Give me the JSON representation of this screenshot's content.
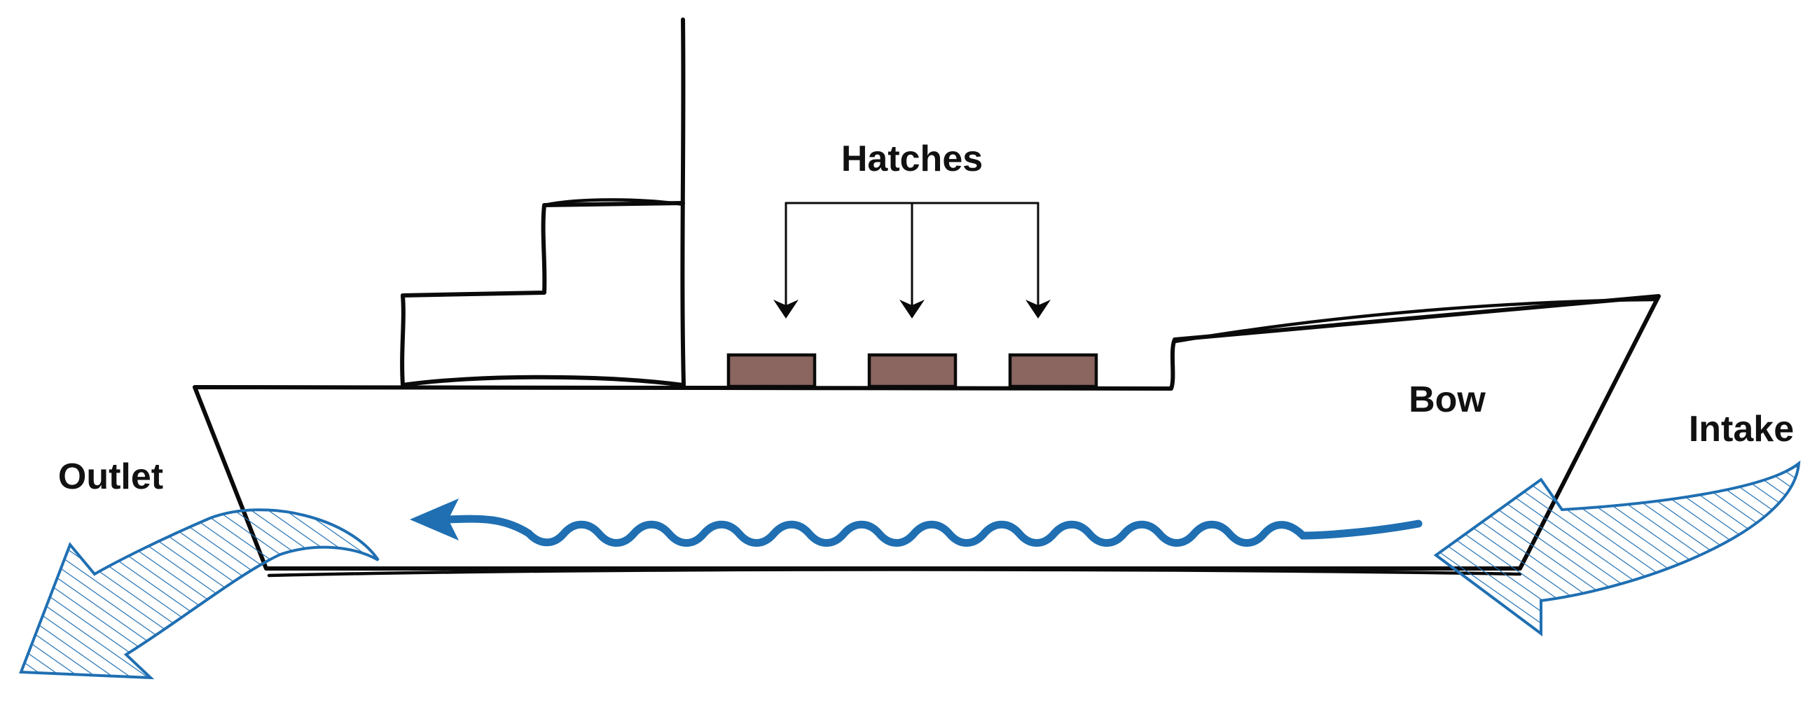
{
  "labels": {
    "hatches": "Hatches",
    "bow": "Bow",
    "intake": "Intake",
    "outlet": "Outlet"
  },
  "colors": {
    "line": "#0a0a0a",
    "hatch_fill": "#8b6560",
    "water": "#1f6fb2",
    "water_fill": "#5a9fd4"
  }
}
